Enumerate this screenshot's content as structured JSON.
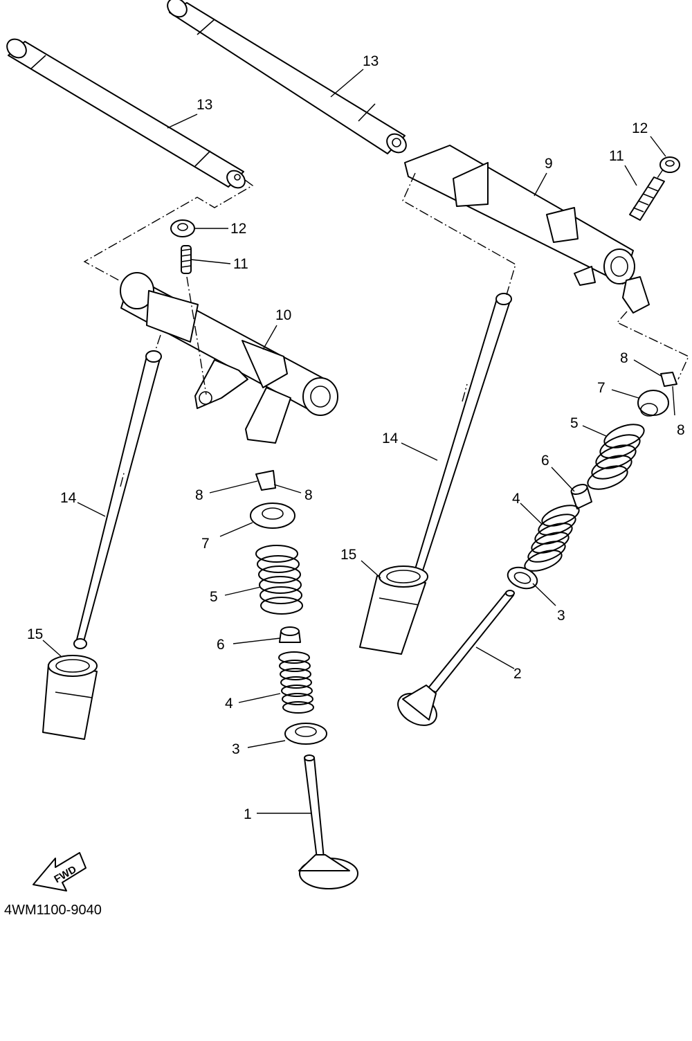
{
  "diagram_code": "4WM1100-9040",
  "direction_label": "FWD",
  "callouts": {
    "p1": "1",
    "p2": "2",
    "p3_left": "3",
    "p3_right": "3",
    "p4_left": "4",
    "p4_right": "4",
    "p5_left": "5",
    "p5_right": "5",
    "p6_left": "6",
    "p6_right": "6",
    "p7_left": "7",
    "p7_right": "7",
    "p8_left_a": "8",
    "p8_left_b": "8",
    "p8_right_a": "8",
    "p8_right_b": "8",
    "p9": "9",
    "p10": "10",
    "p11_left": "11",
    "p11_right": "11",
    "p12_left": "12",
    "p12_right": "12",
    "p13_left": "13",
    "p13_right": "13",
    "p14_left": "14",
    "p14_right": "14",
    "p15_left": "15",
    "p15_right": "15"
  },
  "colors": {
    "line": "#000000",
    "background": "#ffffff"
  }
}
